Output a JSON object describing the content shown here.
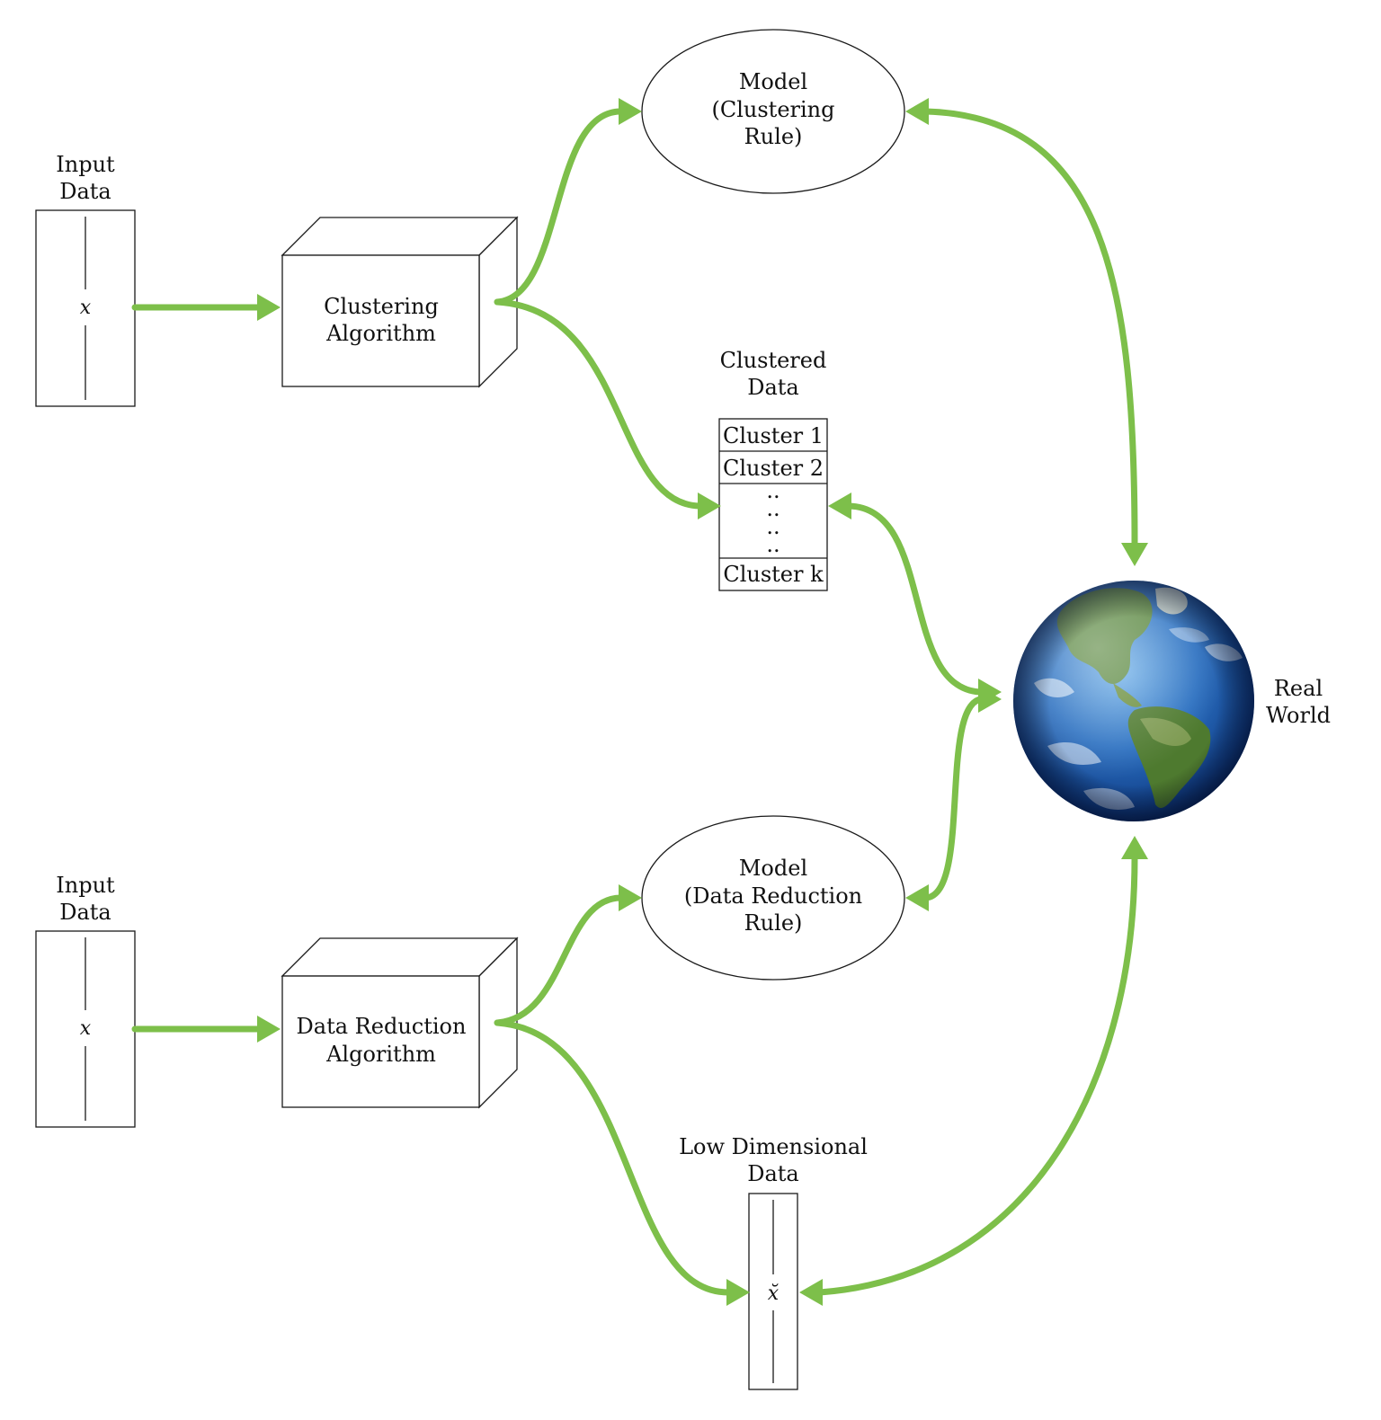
{
  "colors": {
    "arrow": "#7dbf4a",
    "outline": "#1a1a1a",
    "background": "#ffffff"
  },
  "clustering": {
    "input": {
      "title_line1": "Input",
      "title_line2": "Data",
      "symbol": "x"
    },
    "algorithm": {
      "line1": "Clustering",
      "line2": "Algorithm"
    },
    "model": {
      "line1": "Model",
      "line2": "(Clustering",
      "line3": "Rule)"
    },
    "output": {
      "title_line1": "Clustered",
      "title_line2": "Data",
      "rows": [
        "Cluster 1",
        "Cluster 2"
      ],
      "ellipsis": "..",
      "last_row": "Cluster k"
    }
  },
  "reduction": {
    "input": {
      "title_line1": "Input",
      "title_line2": "Data",
      "symbol": "x"
    },
    "algorithm": {
      "line1": "Data Reduction",
      "line2": "Algorithm"
    },
    "model": {
      "line1": "Model",
      "line2": "(Data Reduction",
      "line3": "Rule)"
    },
    "output": {
      "title_line1": "Low Dimensional",
      "title_line2": "Data",
      "symbol": "x̆"
    }
  },
  "world": {
    "line1": "Real",
    "line2": "World",
    "icon": "earth-globe"
  }
}
